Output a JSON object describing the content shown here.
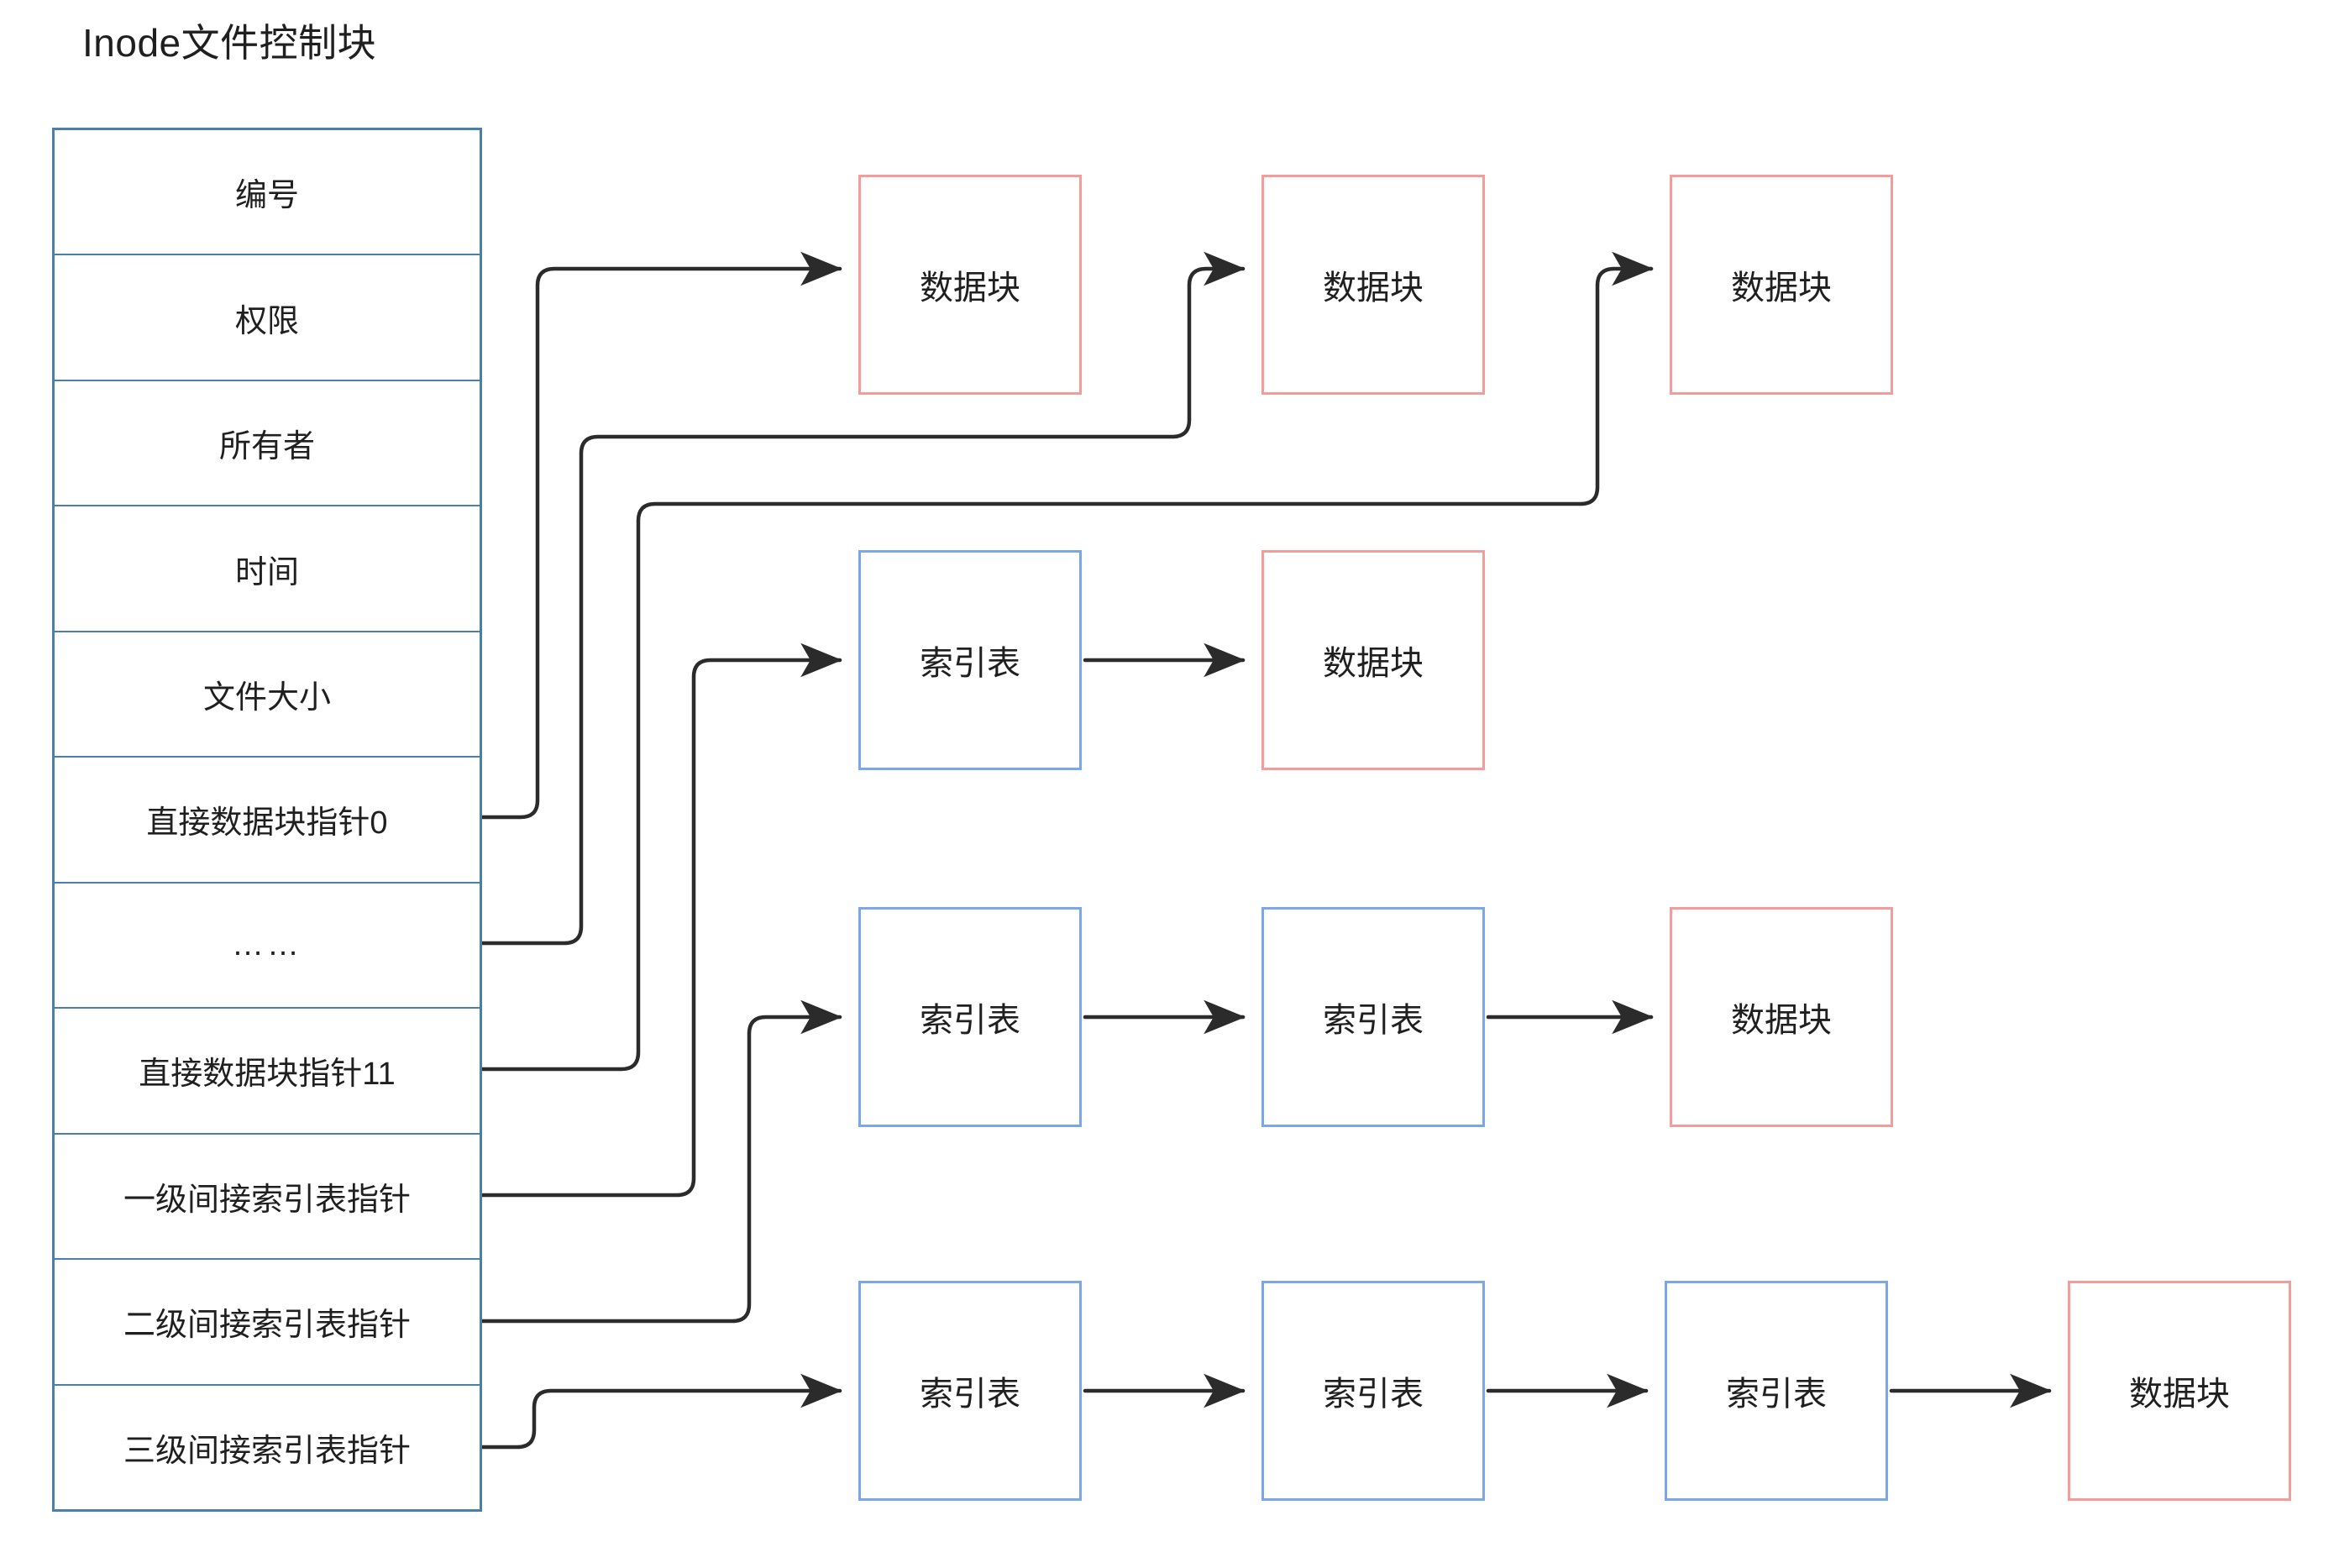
{
  "title": "Inode文件控制块",
  "colors": {
    "inode_border": "#4a7fa8",
    "data_block_border": "#f29c9c",
    "index_table_border": "#7aa7e8",
    "connector": "#2b2b2b",
    "background": "#ffffff",
    "text": "#1f1f1f"
  },
  "inode_table": {
    "label": "Inode文件控制块",
    "rows": [
      {
        "label": "编号",
        "has_pointer": false
      },
      {
        "label": "权限",
        "has_pointer": false
      },
      {
        "label": "所有者",
        "has_pointer": false
      },
      {
        "label": "时间",
        "has_pointer": false
      },
      {
        "label": "文件大小",
        "has_pointer": false
      },
      {
        "label": "直接数据块指针0",
        "has_pointer": true
      },
      {
        "label": "……",
        "has_pointer": true
      },
      {
        "label": "直接数据块指针11",
        "has_pointer": true
      },
      {
        "label": "一级间接索引表指针",
        "has_pointer": true
      },
      {
        "label": "二级间接索引表指针",
        "has_pointer": true
      },
      {
        "label": "三级间接索引表指针",
        "has_pointer": true
      }
    ]
  },
  "chains": [
    {
      "name": "direct-pointers-chain",
      "source_rows": [
        "直接数据块指针0",
        "……",
        "直接数据块指针11"
      ],
      "nodes": [
        {
          "type": "data",
          "label": "数据块"
        },
        {
          "type": "data",
          "label": "数据块"
        },
        {
          "type": "data",
          "label": "数据块"
        }
      ]
    },
    {
      "name": "single-indirect-chain",
      "source_rows": [
        "一级间接索引表指针"
      ],
      "nodes": [
        {
          "type": "index",
          "label": "索引表"
        },
        {
          "type": "data",
          "label": "数据块"
        }
      ]
    },
    {
      "name": "double-indirect-chain",
      "source_rows": [
        "二级间接索引表指针"
      ],
      "nodes": [
        {
          "type": "index",
          "label": "索引表"
        },
        {
          "type": "index",
          "label": "索引表"
        },
        {
          "type": "data",
          "label": "数据块"
        }
      ]
    },
    {
      "name": "triple-indirect-chain",
      "source_rows": [
        "三级间接索引表指针"
      ],
      "nodes": [
        {
          "type": "index",
          "label": "索引表"
        },
        {
          "type": "index",
          "label": "索引表"
        },
        {
          "type": "index",
          "label": "索引表"
        },
        {
          "type": "data",
          "label": "数据块"
        }
      ]
    }
  ]
}
